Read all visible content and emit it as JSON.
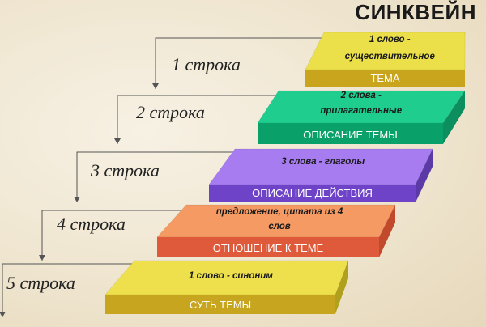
{
  "title": "СИНКВЕЙН",
  "steps": [
    {
      "label": "1 строка",
      "lines": [
        "1 слово -",
        "существительное"
      ],
      "caption": "ТЕМА",
      "colors": {
        "top": "#ece04a",
        "face": "#f1e35a",
        "side": "#b3a21c",
        "front": "#c9a51e"
      }
    },
    {
      "label": "2 строка",
      "lines": [
        "2 слова -",
        "прилагательные"
      ],
      "caption": "ОПИСАНИЕ ТЕМЫ",
      "colors": {
        "top": "#1fce8f",
        "face": "#25d394",
        "side": "#0d8e5e",
        "front": "#0aa06a"
      }
    },
    {
      "label": "3 строка",
      "lines": [
        "3 слова - глаголы"
      ],
      "caption": "ОПИСАНИЕ ДЕЙСТВИЯ",
      "colors": {
        "top": "#a67cf0",
        "face": "#ad84f2",
        "side": "#5b3aa8",
        "front": "#6e43c8"
      }
    },
    {
      "label": "4 строка",
      "lines": [
        "предложение, цитата из 4",
        "слов"
      ],
      "caption": "ОТНОШЕНИЕ К ТЕМЕ",
      "colors": {
        "top": "#f59a63",
        "face": "#f7a06a",
        "side": "#c24a2c",
        "front": "#de5a3a"
      }
    },
    {
      "label": "5 строка",
      "lines": [
        "1 слово - синоним"
      ],
      "caption": "СУТЬ ТЕМЫ",
      "colors": {
        "top": "#ede04c",
        "face": "#f2e45c",
        "side": "#b0a01c",
        "front": "#c7a51e"
      }
    }
  ]
}
